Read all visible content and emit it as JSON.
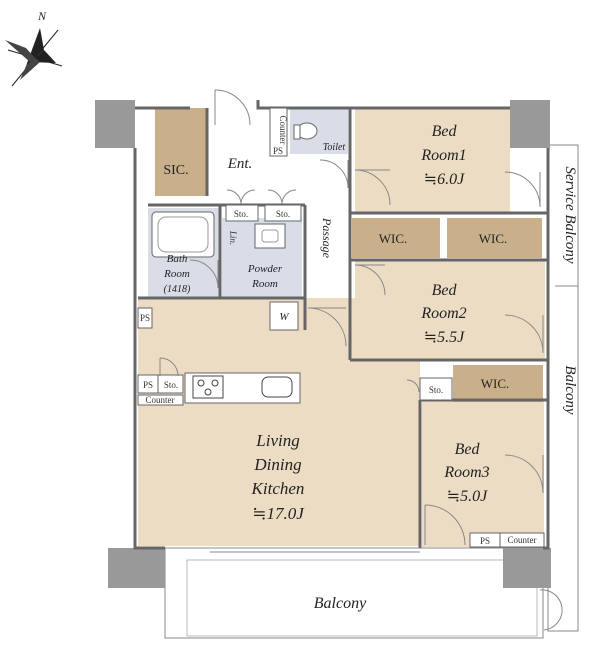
{
  "compass": {
    "north_label": "N"
  },
  "rooms": {
    "sic": "SIC.",
    "entrance": "Ent.",
    "toilet": "Toilet",
    "toilet_counter": "Counter",
    "toilet_ps": "PS",
    "bed1": {
      "line1": "Bed",
      "line2": "Room1",
      "line3": "≒6.0J"
    },
    "bed2": {
      "line1": "Bed",
      "line2": "Room2",
      "line3": "≒5.5J"
    },
    "bed3": {
      "line1": "Bed",
      "line2": "Room3",
      "line3": "≒5.0J"
    },
    "wic1": "WIC.",
    "wic2": "WIC.",
    "wic3": "WIC.",
    "passage": "Passage",
    "sto_entrance_left": "Sto.",
    "sto_entrance_right": "Sto.",
    "sto_kitchen": "Sto.",
    "sto_bed3": "Sto.",
    "linen": "Lin.",
    "bath": {
      "line1": "Bath",
      "line2": "Room",
      "line3": "(1418)"
    },
    "powder": {
      "line1": "Powder",
      "line2": "Room"
    },
    "washer": "W",
    "ps_bath": "PS",
    "ps_kitchen": "PS",
    "counter_kitchen": "Counter",
    "ps_bed3": "PS",
    "counter_bed3": "Counter",
    "ldk": {
      "line1": "Living",
      "line2": "Dining",
      "line3": "Kitchen",
      "line4": "≒17.0J"
    },
    "service_balcony": "Service Balcony",
    "side_balcony": "Balcony",
    "balcony": "Balcony"
  }
}
